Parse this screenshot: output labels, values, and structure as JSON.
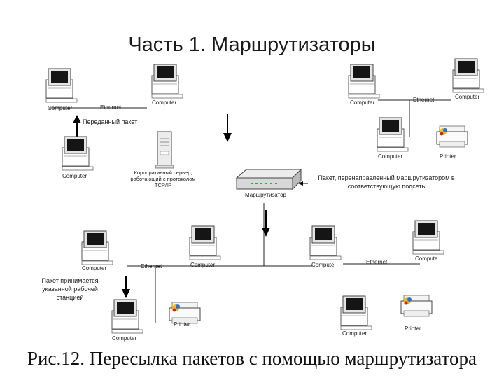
{
  "title": "Часть 1. Маршрутизаторы",
  "caption": "Рис.12. Пересылка пакетов с помощью маршрутизатора",
  "labels": {
    "computer": "Computer",
    "computer_cut": "Compute",
    "printer": "Printer",
    "ethernet": "Ethernet",
    "router": "Маршрутизатор",
    "sent_packet": "Переданный пакет",
    "server_l1": "Корпоративный сервер,",
    "server_l2": "работающий с протоколом",
    "server_l3": "ТСР/IР",
    "forwarded_l1": "Пакет, перенаправленный маршрутизатором в",
    "forwarded_l2": "соответствующую подсеть",
    "received_l1": "Пакет принимается",
    "received_l2": "указанной рабочей",
    "received_l3": "станцией"
  },
  "icons": {
    "computer": "computer-icon",
    "printer": "printer-icon",
    "server": "server-icon",
    "router": "router-icon"
  }
}
